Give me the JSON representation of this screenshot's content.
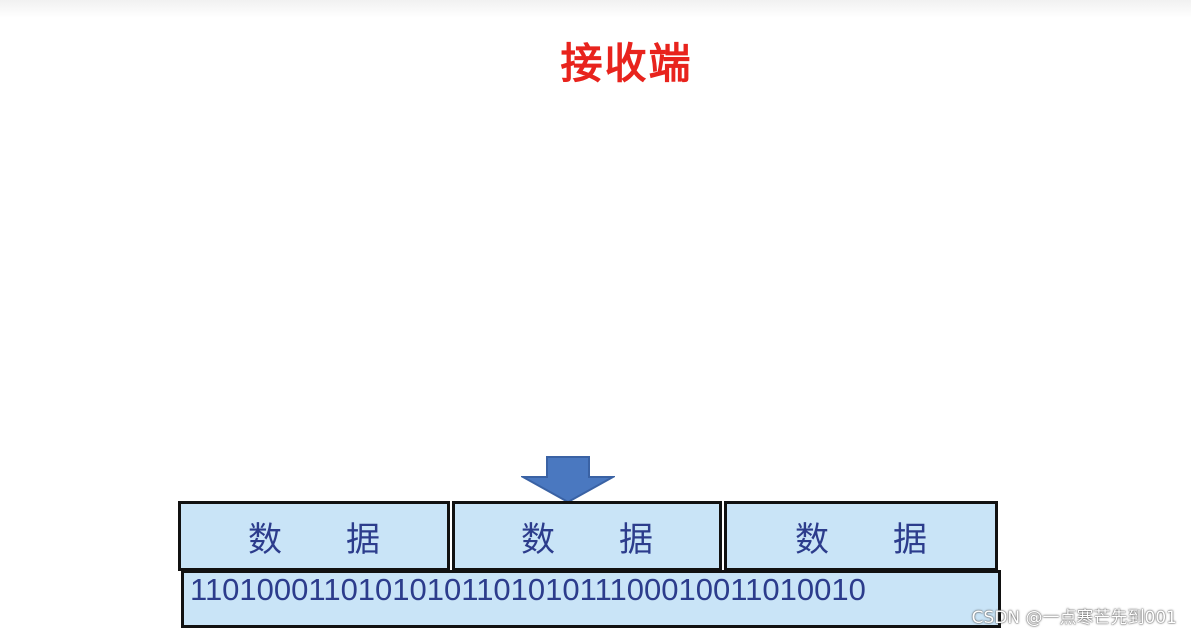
{
  "title": "接收端",
  "frames": [
    {
      "left_char": "数",
      "right_char": "据"
    },
    {
      "left_char": "数",
      "right_char": "据"
    },
    {
      "left_char": "数",
      "right_char": "据"
    }
  ],
  "bitstream": "1101000110101010110101011100010011010010",
  "watermark": "CSDN @一点寒芒先到001",
  "colors": {
    "title": "#e8231d",
    "box_fill": "#c9e4f7",
    "box_text": "#2c3c8c",
    "arrow": "#4a78c0"
  }
}
